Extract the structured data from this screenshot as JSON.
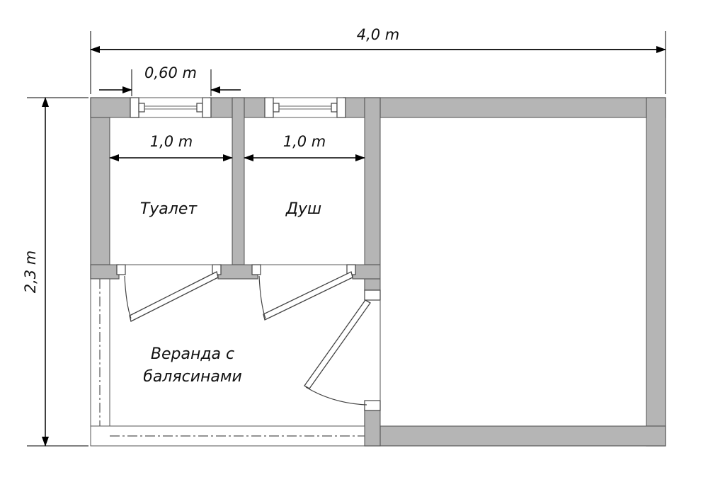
{
  "dimensions": {
    "total_width": "4,0 m",
    "window_width": "0,60 m",
    "toilet_width": "1,0 m",
    "shower_width": "1,0 m",
    "total_height": "2,3 m"
  },
  "rooms": {
    "toilet": "Туалет",
    "shower": "Душ",
    "veranda_line1": "Веранда с",
    "veranda_line2": "балясинами"
  }
}
